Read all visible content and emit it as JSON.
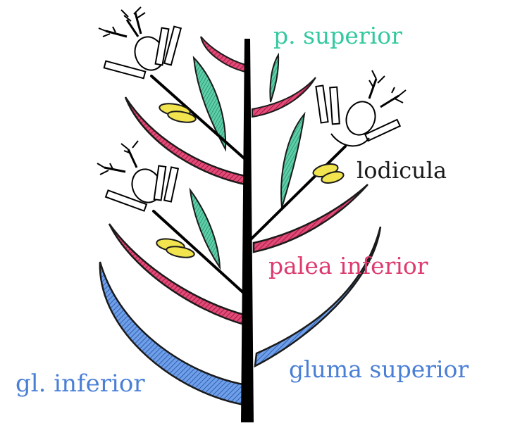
{
  "labels": {
    "p_superior": "p. superior",
    "lodicula": "lodicula",
    "palea_inferior": "palea inferior",
    "gl_inferior": "gl. inferior",
    "gluma_superior": "gluma superior"
  },
  "colors": {
    "axis": "#000000",
    "lemma": "#c8285a",
    "palea": "#2fb68f",
    "lodicule": "#f2e44e",
    "glume": "#4a7fd6",
    "p_superior_text": "#33c9a0",
    "lodicula_text": "#1a1a1a",
    "palea_inferior_text": "#dd3a6e",
    "gl_inferior_text": "#4a7fd6",
    "gluma_superior_text": "#4a7fd6"
  }
}
